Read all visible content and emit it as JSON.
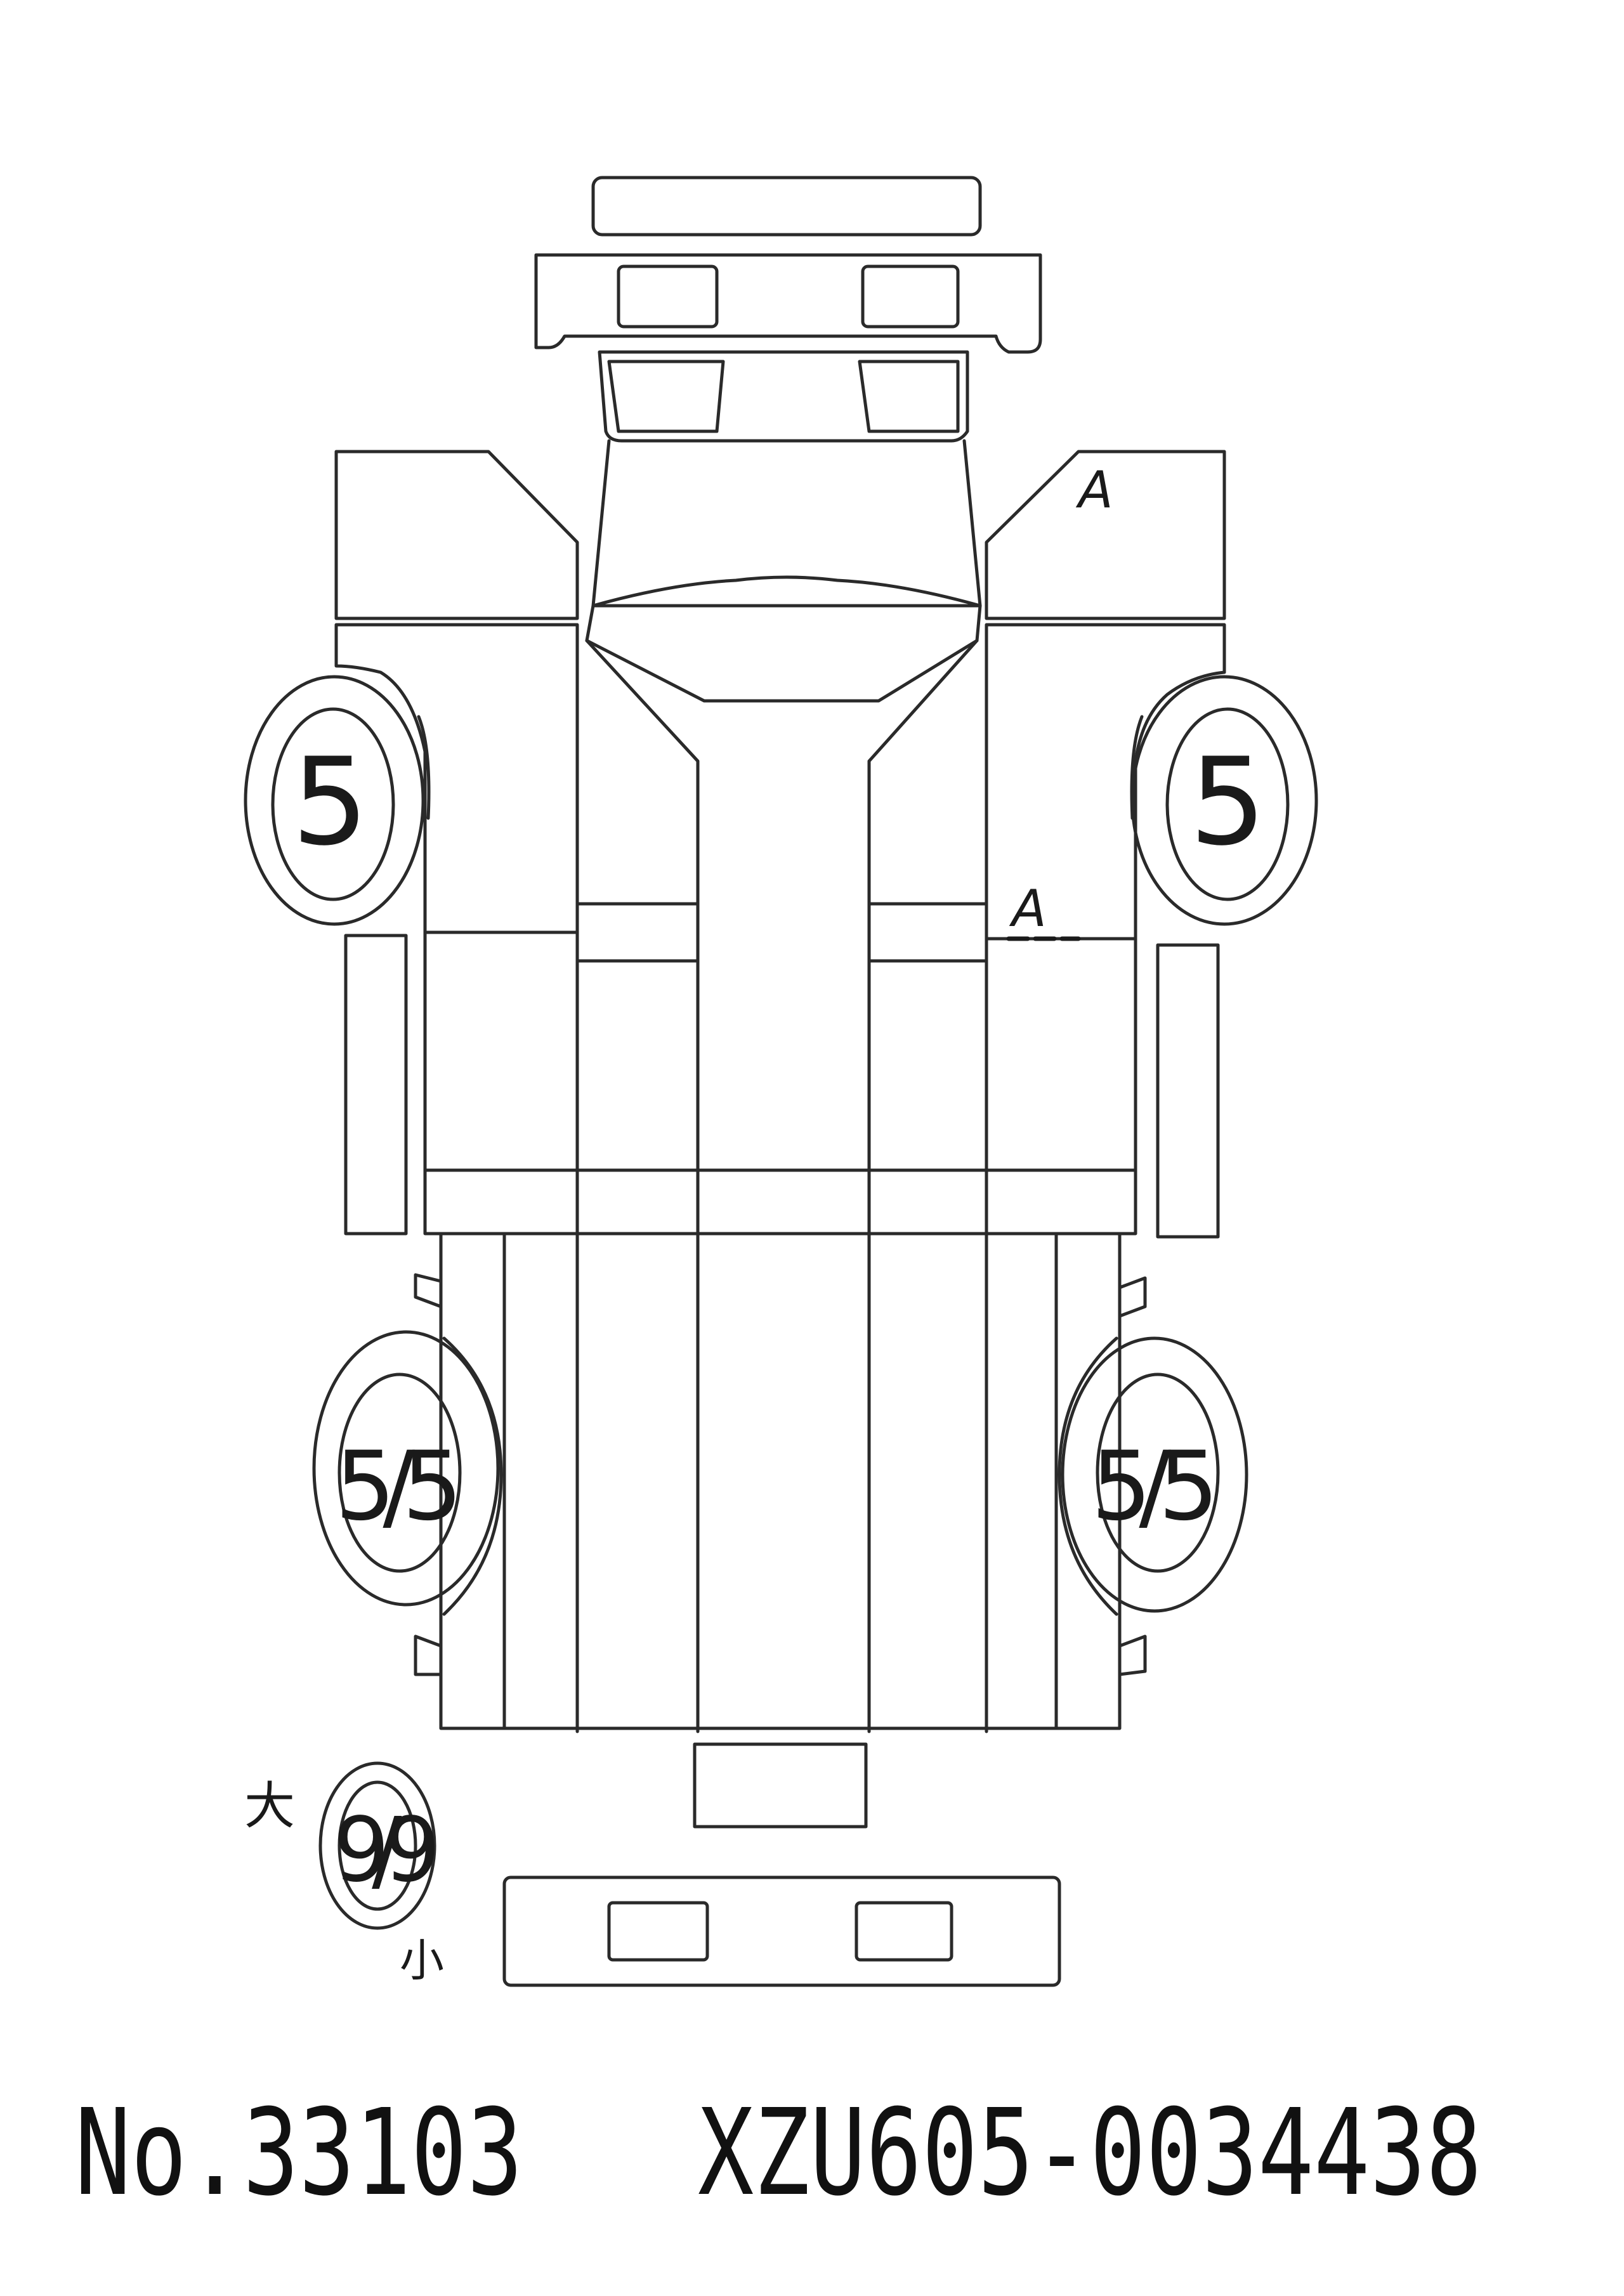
{
  "diagram": {
    "marks": {
      "cab_front_right": "A",
      "body_right": "A",
      "tire_front_left": "5",
      "tire_front_right": "5",
      "tire_rear_left": "5/5",
      "tire_rear_right": "5/5",
      "spare_tire": "9/9",
      "spare_big": "大",
      "spare_small": "小"
    }
  },
  "footer": {
    "number": "No.33103",
    "vin": "XZU605-0034438"
  }
}
